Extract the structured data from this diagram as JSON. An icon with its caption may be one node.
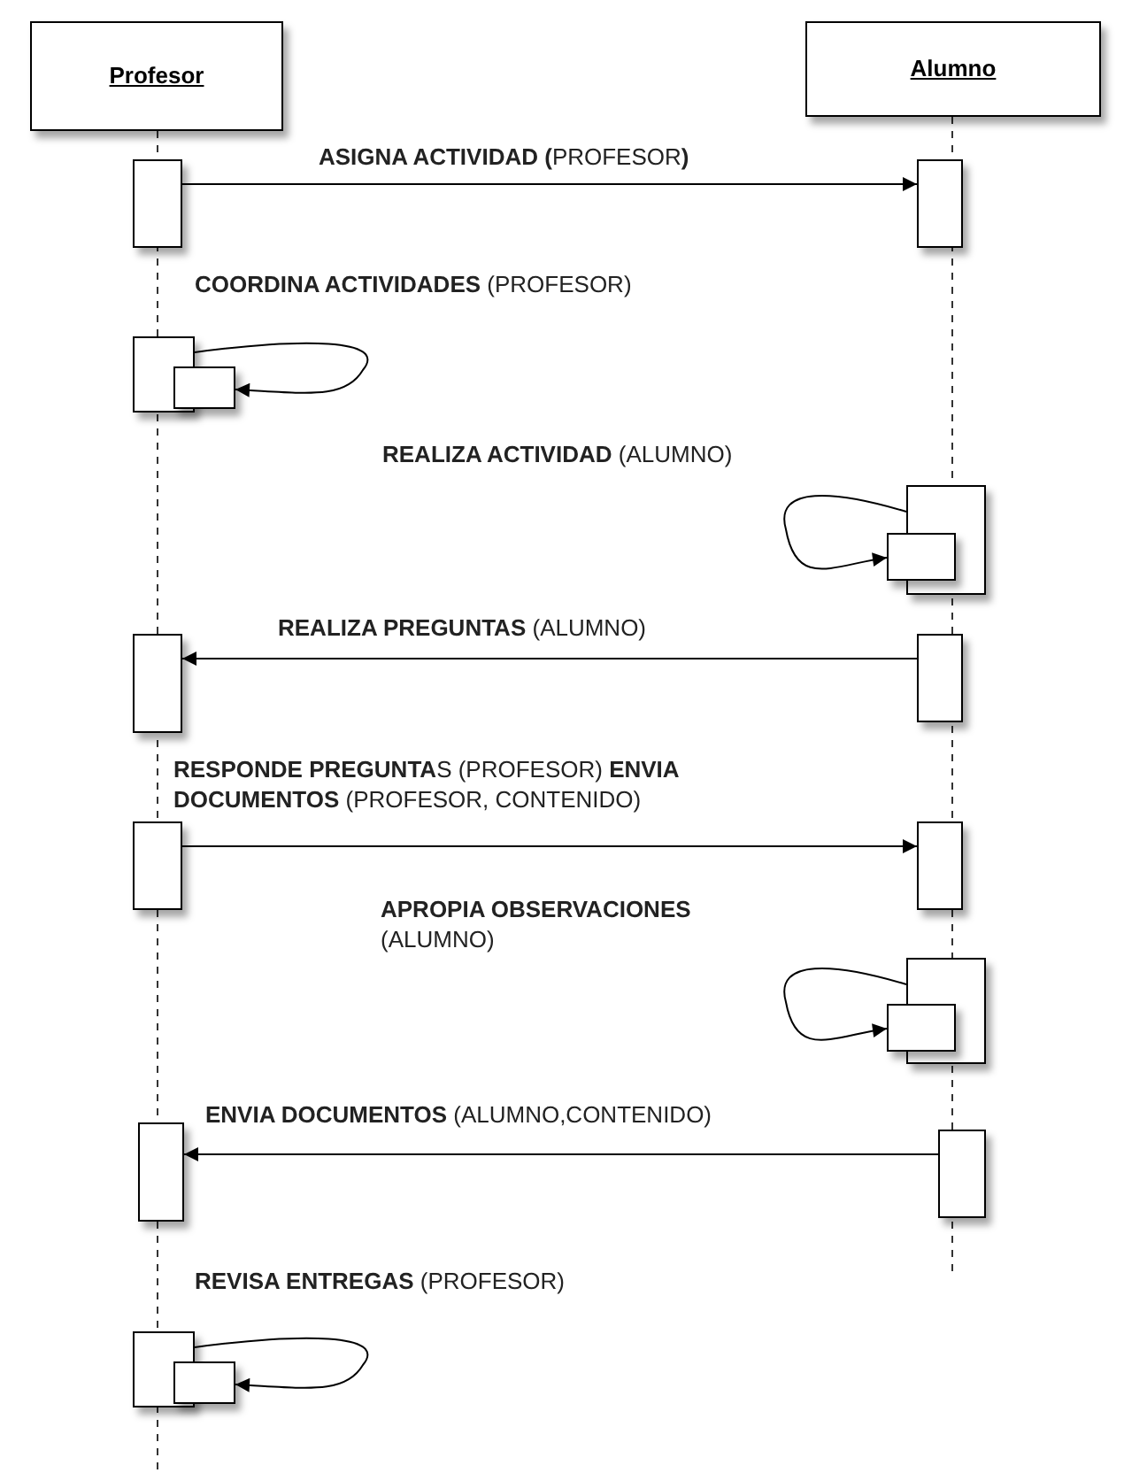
{
  "diagram": {
    "nodes": [
      {
        "text": [
          "Profesor"
        ]
      },
      {
        "text": [
          "Alumno"
        ]
      },
      {
        "text": [],
        "shape": "box"
      },
      {
        "text": [],
        "shape": "box"
      },
      {
        "text": [],
        "shape": "box"
      },
      {
        "text": [],
        "shape": "box"
      },
      {
        "text": [],
        "shape": "box"
      },
      {
        "text": [],
        "shape": "box"
      },
      {
        "text": [],
        "shape": "box"
      },
      {
        "text": [],
        "shape": "box"
      },
      {
        "text": [],
        "shape": "box"
      },
      {
        "text": [],
        "shape": "box"
      },
      {
        "text": [],
        "shape": "box"
      },
      {
        "text": [],
        "shape": "box"
      },
      {
        "text": [],
        "shape": "box"
      },
      {
        "text": [],
        "shape": "box"
      },
      {
        "text": [],
        "shape": "box"
      },
      {
        "text": [],
        "shape": "box"
      }
    ],
    "edges": [
      {
        "from": 2,
        "to": 3,
        "arrow": "to",
        "label": "**ASIGNA ACTIVIDAD (**PROFESOR**)**"
      },
      {
        "from": 4,
        "to": 5,
        "arrow": "to",
        "label": "**COORDINA ACTIVIDADES** (PROFESOR)"
      },
      {
        "from": 6,
        "to": 7,
        "arrow": "to",
        "label": "**REALIZA ACTIVIDAD** (ALUMNO)"
      },
      {
        "from": 9,
        "to": 8,
        "arrow": "to",
        "label": "**REALIZA PREGUNTAS** (ALUMNO)"
      },
      {
        "from": 10,
        "to": 11,
        "arrow": "to",
        "label": "**RESPONDE PREGUNTA**S (PROFESOR) **ENVIA DOCUMENTOS** (PROFESOR, CONTENIDO)"
      },
      {
        "from": 12,
        "to": 13,
        "arrow": "to",
        "label": "**APROPIA OBSERVACIONES** (ALUMNO)"
      },
      {
        "from": 15,
        "to": 14,
        "arrow": "to",
        "label": "**ENVIA DOCUMENTOS** (ALUMNO,CONTENIDO)"
      },
      {
        "from": 16,
        "to": 17,
        "arrow": "to",
        "label": "**REVISA ENTREGAS** (PROFESOR)"
      }
    ]
  }
}
